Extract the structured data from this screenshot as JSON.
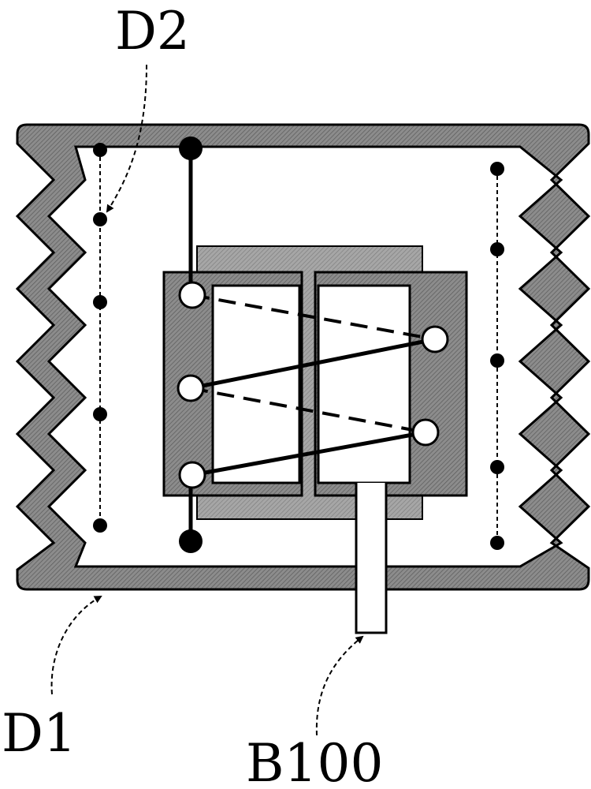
{
  "labels": {
    "d1": "D1",
    "d2": "D2",
    "b100": "B100"
  },
  "colors": {
    "ink": "#000000",
    "housing_fill": "#8c8c8c",
    "core_back_fill": "#b4b4b4",
    "core_front_fill": "#999999",
    "window_fill": "#ffffff",
    "terminal_fill": "#ffffff"
  },
  "icons": {
    "terminal": "open-circle",
    "node": "filled-dot",
    "lead_arrow": "dashed-curved-arrow"
  }
}
